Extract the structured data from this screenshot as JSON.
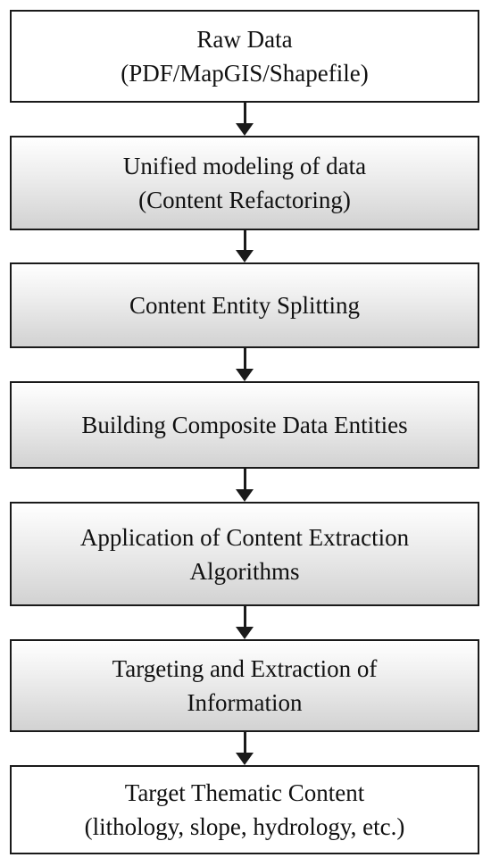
{
  "steps": [
    {
      "id": "raw-data",
      "style": "plain",
      "text": "Raw Data\n(PDF/MapGIS/Shapefile)"
    },
    {
      "id": "unified-modeling",
      "style": "shaded",
      "text": "Unified modeling of data\n(Content Refactoring)"
    },
    {
      "id": "entity-splitting",
      "style": "shaded",
      "text": "Content Entity Splitting"
    },
    {
      "id": "composite-entities",
      "style": "shaded",
      "text": "Building Composite Data Entities"
    },
    {
      "id": "extraction-algorithms",
      "style": "shaded",
      "text": "Application of Content Extraction\nAlgorithms"
    },
    {
      "id": "targeting-extraction",
      "style": "shaded",
      "text": "Targeting and Extraction of\nInformation"
    },
    {
      "id": "target-content",
      "style": "plain",
      "text": "Target Thematic Content\n(lithology, slope, hydrology, etc.)"
    }
  ]
}
